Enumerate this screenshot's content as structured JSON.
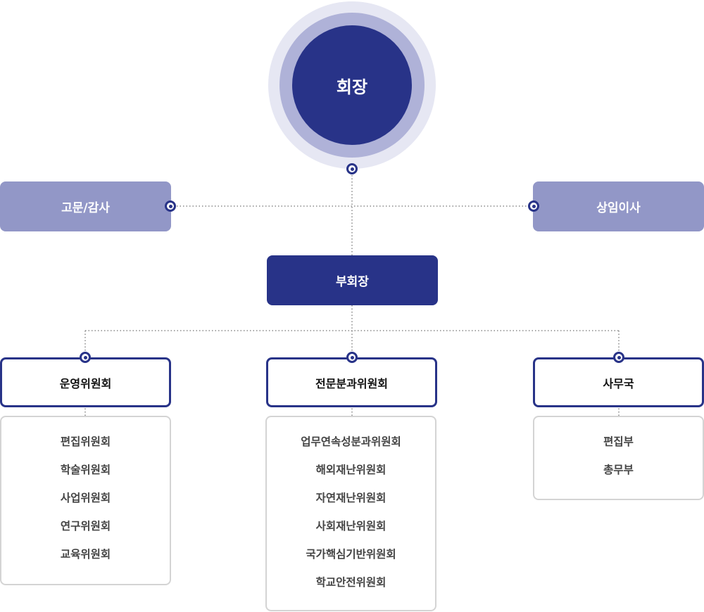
{
  "chairman": "회장",
  "advisor": "고문/감사",
  "standing_director": "상임이사",
  "vice_chairman": "부회장",
  "divisions": [
    {
      "title": "운영위원회",
      "items": [
        "편집위원회",
        "학술위원회",
        "사업위원회",
        "연구위원회",
        "교육위원회"
      ]
    },
    {
      "title": "전문분과위원회",
      "items": [
        "업무연속성분과위원회",
        "해외재난위원회",
        "자연재난위원회",
        "사회재난위원회",
        "국가핵심기반위원회",
        "학교안전위원회"
      ]
    },
    {
      "title": "사무국",
      "items": [
        "편집부",
        "총무부"
      ]
    }
  ],
  "colors": {
    "primary": "#283388",
    "secondary": "#9297c7",
    "ring_mid": "#afb2d8",
    "ring_outer": "#e6e7f3"
  }
}
